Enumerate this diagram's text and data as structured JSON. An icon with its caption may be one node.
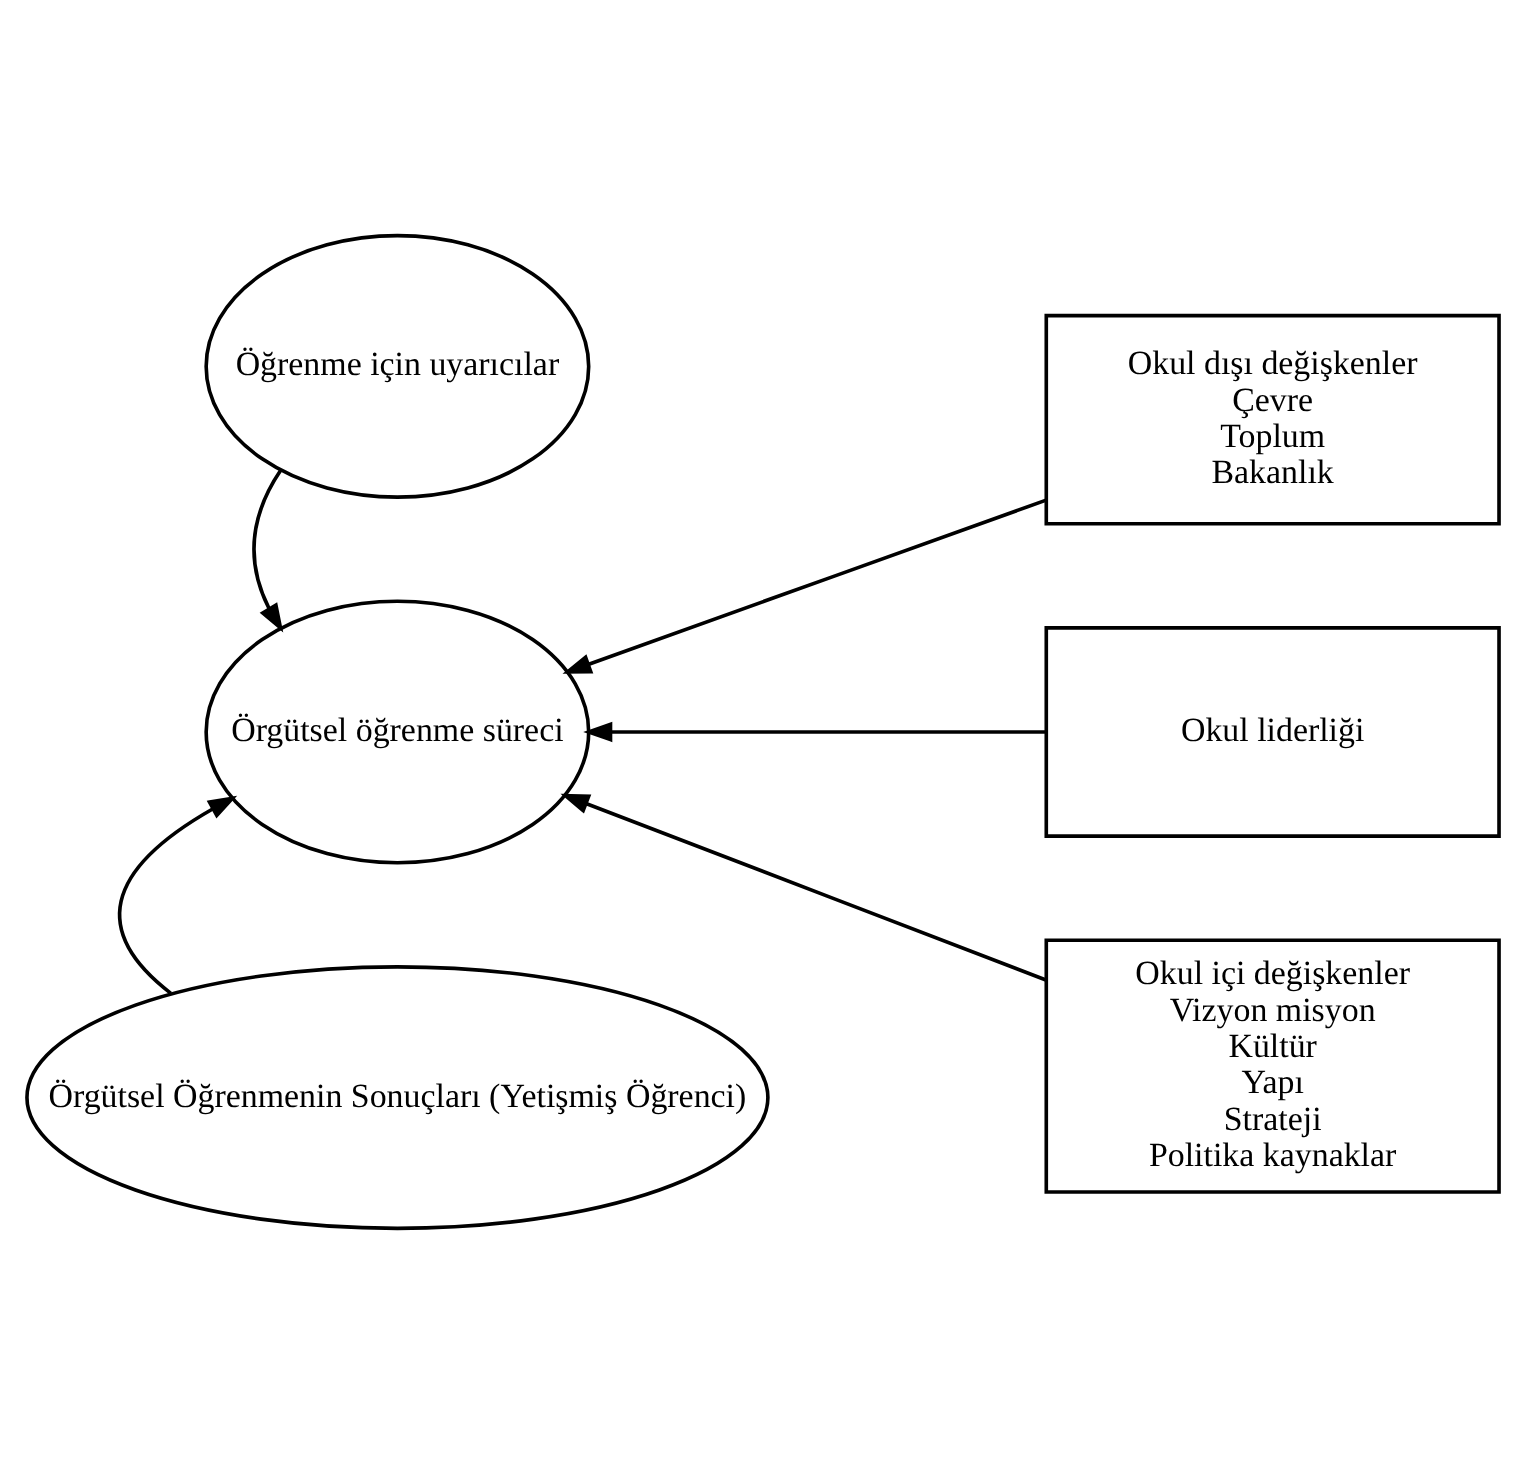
{
  "diagram": {
    "nodes": [
      {
        "text": [
          "Öğrenme için uyarıcılar"
        ]
      },
      {
        "text": [
          "Okul dışı değişkenler",
          "Çevre",
          "Toplum",
          "Bakanlık"
        ]
      },
      {
        "text": [
          "Örgütsel öğrenme süreci"
        ]
      },
      {
        "text": [
          "Okul liderliği"
        ]
      },
      {
        "text": [
          "Okul içi değişkenler",
          "Vizyon misyon",
          "Kültür",
          "Yapı",
          "Strateji",
          "Politika kaynaklar"
        ]
      },
      {
        "text": [
          "Örgütsel Öğrenmenin Sonuçları (Yetişmiş Öğrenci)"
        ]
      }
    ],
    "edges": [
      {
        "from": 0,
        "to": 2,
        "arrow": "to"
      },
      {
        "from": 1,
        "to": 2,
        "arrow": "to"
      },
      {
        "from": 3,
        "to": 2,
        "arrow": "to"
      },
      {
        "from": 4,
        "to": 2,
        "arrow": "to"
      },
      {
        "from": 5,
        "to": 2,
        "arrow": "to"
      }
    ]
  }
}
